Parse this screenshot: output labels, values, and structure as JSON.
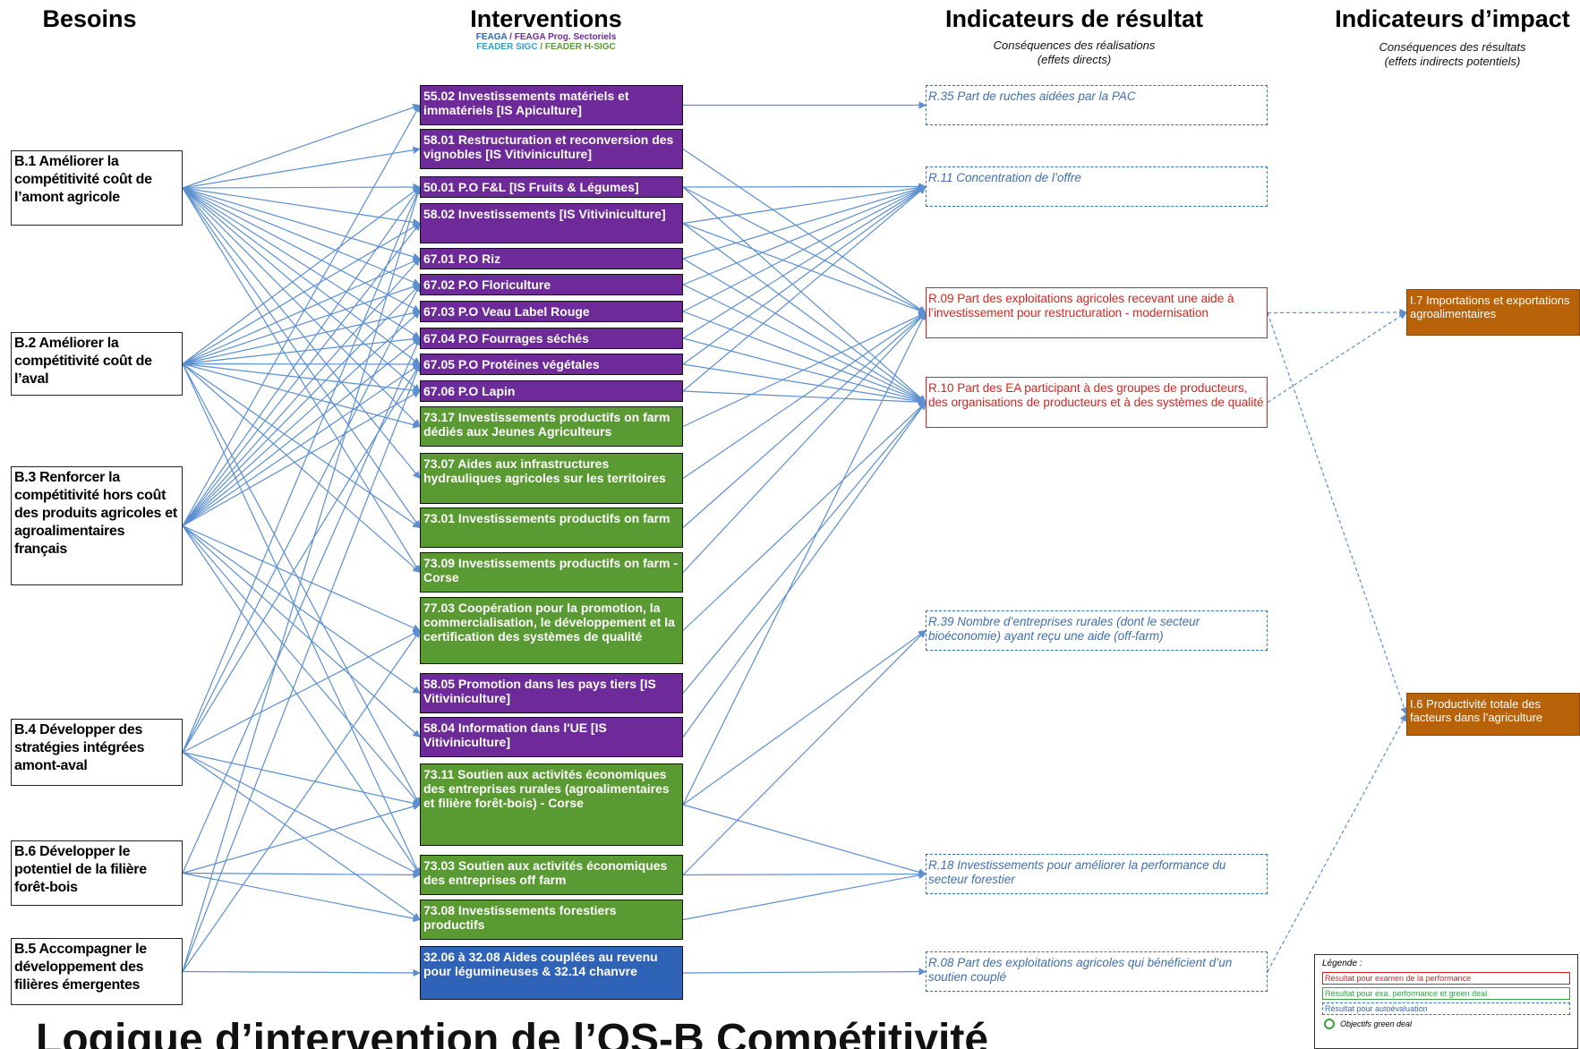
{
  "headers": {
    "needs": "Besoins",
    "interventions": "Interventions",
    "interventions_legend_1a": "FEAGA",
    "interventions_legend_1b": "/ FEAGA Prog. Sectoriels",
    "interventions_legend_2a": "FEADER SIGC",
    "interventions_legend_2b": "/ FEADER H-SIGC",
    "results": "Indicateurs de résultat",
    "results_sub_1": "Conséquences des réalisations",
    "results_sub_2": "(effets directs)",
    "impact": "Indicateurs d’impact",
    "impact_sub_1": "Conséquences des résultats",
    "impact_sub_2": "(effets indirects potentiels)"
  },
  "needs": [
    {
      "id": "B1",
      "label": "B.1 Améliorer la compétitivité coût de l’amont agricole"
    },
    {
      "id": "B2",
      "label": "B.2 Améliorer la compétitivité coût de l’aval"
    },
    {
      "id": "B3",
      "label": "B.3 Renforcer la compétitivité hors coût des produits agricoles et agroalimentaires français"
    },
    {
      "id": "B4",
      "label": "B.4 Développer des stratégies intégrées amont-aval"
    },
    {
      "id": "B6",
      "label": "B.6 Développer le potentiel de la filière forêt-bois"
    },
    {
      "id": "B5",
      "label": "B.5 Accompagner le développement des filières émergentes"
    }
  ],
  "interventions": [
    {
      "id": "i5502",
      "label": "55.02 Investissements matériels et immatériels [IS Apiculture]",
      "type": "purple"
    },
    {
      "id": "i5801",
      "label": "58.01 Restructuration et reconversion des vignobles [IS Vitiviniculture]",
      "type": "purple"
    },
    {
      "id": "i5001",
      "label": "50.01 P.O F&L [IS Fruits & Légumes]",
      "type": "purple"
    },
    {
      "id": "i5802",
      "label": "58.02 Investissements [IS Vitiviniculture]",
      "type": "purple"
    },
    {
      "id": "i6701",
      "label": "67.01 P.O Riz",
      "type": "purple"
    },
    {
      "id": "i6702",
      "label": "67.02 P.O Floriculture",
      "type": "purple"
    },
    {
      "id": "i6703",
      "label": "67.03 P.O Veau Label Rouge",
      "type": "purple"
    },
    {
      "id": "i6704",
      "label": "67.04 P.O Fourrages séchés",
      "type": "purple"
    },
    {
      "id": "i6705",
      "label": "67.05 P.O Protéines végétales",
      "type": "purple"
    },
    {
      "id": "i6706",
      "label": "67.06 P.O Lapin",
      "type": "purple"
    },
    {
      "id": "i7317",
      "label": "73.17 Investissements productifs on farm dédiés aux Jeunes Agriculteurs",
      "type": "green"
    },
    {
      "id": "i7307",
      "label": "73.07 Aides aux infrastructures hydrauliques agricoles sur les territoires",
      "type": "green"
    },
    {
      "id": "i7301",
      "label": "73.01 Investissements productifs on farm",
      "type": "green"
    },
    {
      "id": "i7309",
      "label": "73.09 Investissements productifs on farm - Corse",
      "type": "green"
    },
    {
      "id": "i7703",
      "label": "77.03 Coopération pour la promotion, la commercialisation, le développement et la certification des systèmes de qualité",
      "type": "green"
    },
    {
      "id": "i5805",
      "label": "58.05 Promotion dans les pays tiers [IS Vitiviniculture]",
      "type": "purple"
    },
    {
      "id": "i5804",
      "label": "58.04 Information dans l'UE [IS Vitiviniculture]",
      "type": "purple"
    },
    {
      "id": "i7311",
      "label": "73.11 Soutien aux activités économiques des entreprises rurales (agroalimentaires et filière forêt-bois) - Corse",
      "type": "green"
    },
    {
      "id": "i7303",
      "label": "73.03 Soutien aux activités économiques des entreprises off farm",
      "type": "green"
    },
    {
      "id": "i7308",
      "label": "73.08 Investissements forestiers productifs",
      "type": "green"
    },
    {
      "id": "i3206",
      "label": "32.06 à 32.08 Aides couplées au revenu pour légumineuses & 32.14 chanvre",
      "type": "blue"
    }
  ],
  "results": [
    {
      "id": "R35",
      "label": "R.35 Part de ruches aidées par la PAC",
      "type": "blue"
    },
    {
      "id": "R11",
      "label": "R.11 Concentration de l’offre",
      "type": "blue"
    },
    {
      "id": "R09",
      "label": "R.09 Part des exploitations agricoles recevant une aide à l’investissement pour restructuration - modernisation",
      "type": "red"
    },
    {
      "id": "R10",
      "label": "R.10 Part des EA participant à des groupes de producteurs, des organisations de producteurs et à des systèmes de qualité",
      "type": "red"
    },
    {
      "id": "R39",
      "label": "R.39 Nombre d’entreprises rurales (dont le secteur bioéconomie) ayant reçu une aide (off-farm)",
      "type": "blue"
    },
    {
      "id": "R18",
      "label": "R.18 Investissements pour améliorer la performance du secteur forestier",
      "type": "blue"
    },
    {
      "id": "R08",
      "label": "R.08 Part des exploitations agricoles qui bénéficient d’un soutien couplé",
      "type": "blue"
    }
  ],
  "impacts": [
    {
      "id": "I7",
      "label": "I.7 Importations et exportations agroalimentaires"
    },
    {
      "id": "I6",
      "label": "I.6 Productivité totale des facteurs dans l’agriculture"
    }
  ],
  "title": "Logique d’intervention de l’OS-B Compétitivité",
  "legend": {
    "title": "Légende :",
    "items": [
      {
        "label": "Résultat pour examen de la performance",
        "color": "#e02020",
        "style": "solid"
      },
      {
        "label": "Résultat pour exa. performance et green deal",
        "color": "#3aa040",
        "style": "solid"
      },
      {
        "label": "Résultat pour autoévaluation",
        "color": "#2f6fb5",
        "style": "dashed"
      },
      {
        "label": "Objectifs green deal",
        "color": "#3aa040",
        "style": "icon"
      }
    ]
  },
  "links_need_to_intervention": [
    [
      "B1",
      "i5502"
    ],
    [
      "B1",
      "i5801"
    ],
    [
      "B1",
      "i5001"
    ],
    [
      "B1",
      "i5802"
    ],
    [
      "B1",
      "i6701"
    ],
    [
      "B1",
      "i6702"
    ],
    [
      "B1",
      "i6703"
    ],
    [
      "B1",
      "i6704"
    ],
    [
      "B1",
      "i6705"
    ],
    [
      "B1",
      "i6706"
    ],
    [
      "B1",
      "i7317"
    ],
    [
      "B1",
      "i7307"
    ],
    [
      "B1",
      "i7301"
    ],
    [
      "B1",
      "i7309"
    ],
    [
      "B2",
      "i5001"
    ],
    [
      "B2",
      "i5802"
    ],
    [
      "B2",
      "i6701"
    ],
    [
      "B2",
      "i6702"
    ],
    [
      "B2",
      "i6703"
    ],
    [
      "B2",
      "i6704"
    ],
    [
      "B2",
      "i6705"
    ],
    [
      "B2",
      "i6706"
    ],
    [
      "B2",
      "i7317"
    ],
    [
      "B2",
      "i7301"
    ],
    [
      "B2",
      "i7309"
    ],
    [
      "B2",
      "i7311"
    ],
    [
      "B2",
      "i7303"
    ],
    [
      "B3",
      "i5502"
    ],
    [
      "B3",
      "i5001"
    ],
    [
      "B3",
      "i5802"
    ],
    [
      "B3",
      "i6701"
    ],
    [
      "B3",
      "i6702"
    ],
    [
      "B3",
      "i6703"
    ],
    [
      "B3",
      "i6704"
    ],
    [
      "B3",
      "i6705"
    ],
    [
      "B3",
      "i6706"
    ],
    [
      "B3",
      "i7703"
    ],
    [
      "B3",
      "i5805"
    ],
    [
      "B3",
      "i5804"
    ],
    [
      "B3",
      "i7311"
    ],
    [
      "B3",
      "i7303"
    ],
    [
      "B4",
      "i5001"
    ],
    [
      "B4",
      "i6702"
    ],
    [
      "B4",
      "i6705"
    ],
    [
      "B4",
      "i7703"
    ],
    [
      "B4",
      "i7311"
    ],
    [
      "B4",
      "i7303"
    ],
    [
      "B4",
      "i7308"
    ],
    [
      "B6",
      "i7311"
    ],
    [
      "B6",
      "i7303"
    ],
    [
      "B6",
      "i7308"
    ],
    [
      "B6",
      "i6704"
    ],
    [
      "B5",
      "i3206"
    ],
    [
      "B5",
      "i5001"
    ],
    [
      "B5",
      "i6705"
    ],
    [
      "B5",
      "i7703"
    ]
  ],
  "links_intervention_to_result": [
    [
      "i5502",
      "R35"
    ],
    [
      "i5801",
      "R09"
    ],
    [
      "i5001",
      "R11"
    ],
    [
      "i5001",
      "R09"
    ],
    [
      "i5001",
      "R10"
    ],
    [
      "i5802",
      "R11"
    ],
    [
      "i5802",
      "R09"
    ],
    [
      "i5802",
      "R10"
    ],
    [
      "i6701",
      "R11"
    ],
    [
      "i6701",
      "R10"
    ],
    [
      "i6702",
      "R11"
    ],
    [
      "i6702",
      "R10"
    ],
    [
      "i6703",
      "R11"
    ],
    [
      "i6703",
      "R10"
    ],
    [
      "i6704",
      "R11"
    ],
    [
      "i6704",
      "R10"
    ],
    [
      "i6705",
      "R11"
    ],
    [
      "i6705",
      "R10"
    ],
    [
      "i6706",
      "R11"
    ],
    [
      "i6706",
      "R10"
    ],
    [
      "i7317",
      "R09"
    ],
    [
      "i7307",
      "R09"
    ],
    [
      "i7301",
      "R09"
    ],
    [
      "i7309",
      "R09"
    ],
    [
      "i7703",
      "R10"
    ],
    [
      "i5805",
      "R10"
    ],
    [
      "i5804",
      "R10"
    ],
    [
      "i7311",
      "R39"
    ],
    [
      "i7311",
      "R18"
    ],
    [
      "i7311",
      "R09"
    ],
    [
      "i7303",
      "R39"
    ],
    [
      "i7303",
      "R18"
    ],
    [
      "i7308",
      "R18"
    ],
    [
      "i3206",
      "R08"
    ]
  ],
  "links_result_to_impact": [
    [
      "R09",
      "I7"
    ],
    [
      "R10",
      "I7"
    ],
    [
      "R09",
      "I6"
    ],
    [
      "R08",
      "I6"
    ]
  ]
}
